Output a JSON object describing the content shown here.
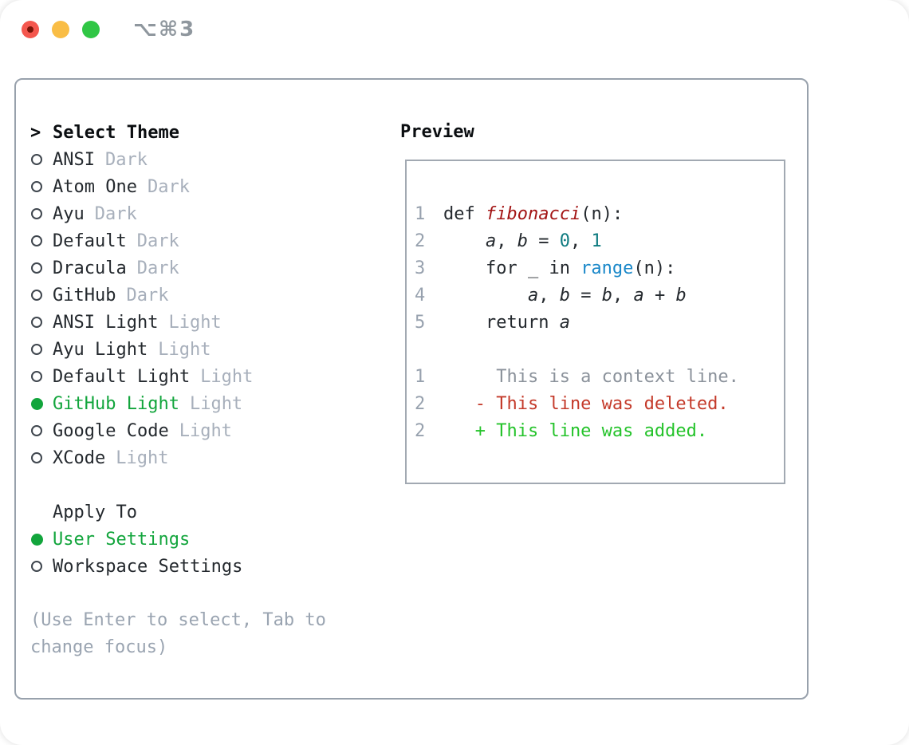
{
  "window": {
    "shortcut": "⌥⌘3"
  },
  "colors": {
    "text": "#24292e",
    "title": "#0a0d10",
    "tag": "#a7afbb",
    "hint": "#9aa4b1",
    "accent_green": "#12a53c",
    "deleted": "#c43a2a",
    "added": "#25c32b",
    "func": "#a31515",
    "call": "#1a88c9",
    "num": "#0e7b80",
    "line_number": "#97a1ae",
    "context": "#8b929b",
    "panel_border": "#98a1ac",
    "preview_border": "#a2a9b2",
    "light_red": "#f4574e",
    "light_red_dot": "#7a1408",
    "light_yellow": "#f9bd45",
    "light_green": "#30c645",
    "shortcut": "#8f979e"
  },
  "theme_picker": {
    "prompt": ">",
    "title": "Select Theme",
    "items": [
      {
        "name": "ANSI",
        "tag": "Dark",
        "selected": false
      },
      {
        "name": "Atom One",
        "tag": "Dark",
        "selected": false
      },
      {
        "name": "Ayu",
        "tag": "Dark",
        "selected": false
      },
      {
        "name": "Default",
        "tag": "Dark",
        "selected": false
      },
      {
        "name": "Dracula",
        "tag": "Dark",
        "selected": false
      },
      {
        "name": "GitHub",
        "tag": "Dark",
        "selected": false
      },
      {
        "name": "ANSI Light",
        "tag": "Light",
        "selected": false
      },
      {
        "name": "Ayu Light",
        "tag": "Light",
        "selected": false
      },
      {
        "name": "Default Light",
        "tag": "Light",
        "selected": false
      },
      {
        "name": "GitHub Light",
        "tag": "Light",
        "selected": true
      },
      {
        "name": "Google Code",
        "tag": "Light",
        "selected": false
      },
      {
        "name": "XCode",
        "tag": "Light",
        "selected": false
      }
    ]
  },
  "apply_to": {
    "title": "Apply To",
    "options": [
      {
        "name": "User Settings",
        "selected": true
      },
      {
        "name": "Workspace Settings",
        "selected": false
      }
    ]
  },
  "hint": {
    "line1": "(Use Enter to select, Tab to",
    "line2": "change focus)"
  },
  "preview": {
    "title": "Preview",
    "lines": [
      {
        "num": "1",
        "tokens": [
          {
            "t": "def ",
            "c": "plain"
          },
          {
            "t": "fibonacci",
            "c": "func"
          },
          {
            "t": "(n):",
            "c": "plain"
          }
        ]
      },
      {
        "num": "2",
        "tokens": [
          {
            "t": "    ",
            "c": "plain"
          },
          {
            "t": "a",
            "c": "var"
          },
          {
            "t": ", ",
            "c": "plain"
          },
          {
            "t": "b",
            "c": "var"
          },
          {
            "t": " = ",
            "c": "plain"
          },
          {
            "t": "0",
            "c": "num"
          },
          {
            "t": ", ",
            "c": "plain"
          },
          {
            "t": "1",
            "c": "num"
          }
        ]
      },
      {
        "num": "3",
        "tokens": [
          {
            "t": "    for _ in ",
            "c": "plain"
          },
          {
            "t": "range",
            "c": "call"
          },
          {
            "t": "(n):",
            "c": "plain"
          }
        ]
      },
      {
        "num": "4",
        "tokens": [
          {
            "t": "        ",
            "c": "plain"
          },
          {
            "t": "a",
            "c": "var"
          },
          {
            "t": ", ",
            "c": "plain"
          },
          {
            "t": "b",
            "c": "var"
          },
          {
            "t": " = ",
            "c": "plain"
          },
          {
            "t": "b",
            "c": "var"
          },
          {
            "t": ", ",
            "c": "plain"
          },
          {
            "t": "a",
            "c": "var"
          },
          {
            "t": " + ",
            "c": "plain"
          },
          {
            "t": "b",
            "c": "var"
          }
        ]
      },
      {
        "num": "5",
        "tokens": [
          {
            "t": "    return ",
            "c": "plain"
          },
          {
            "t": "a",
            "c": "var"
          }
        ]
      },
      {
        "num": "",
        "tokens": []
      },
      {
        "num": "1",
        "tokens": [
          {
            "t": "     This is a context line.",
            "c": "context"
          }
        ]
      },
      {
        "num": "2",
        "tokens": [
          {
            "t": "   - This line was deleted.",
            "c": "deleted"
          }
        ]
      },
      {
        "num": "2",
        "tokens": [
          {
            "t": "   + This line was added.",
            "c": "added"
          }
        ]
      }
    ]
  }
}
